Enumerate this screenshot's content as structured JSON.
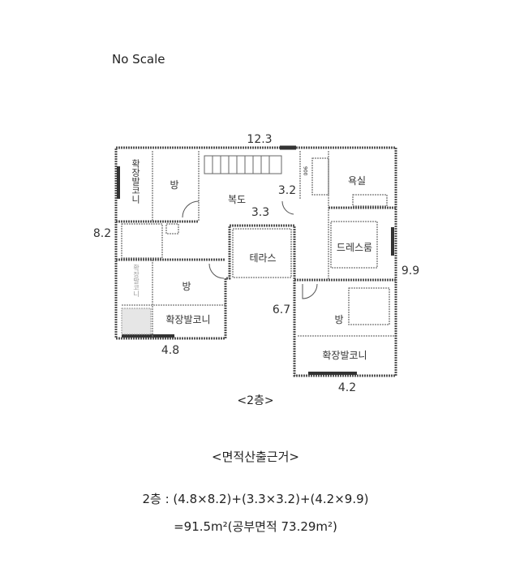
{
  "header": {
    "scale_note": "No Scale"
  },
  "plan": {
    "dimensions": {
      "top": "12.3",
      "left": "8.2",
      "right": "9.9",
      "stair_side": "3.2",
      "corridor": "3.3",
      "right_wing_left": "6.7",
      "bottom_left": "4.8",
      "bottom_right": "4.2"
    },
    "rooms": {
      "room_upper_left": "방",
      "balcony_upper_left": "확장발코니",
      "corridor": "복도",
      "bathroom": "욕실",
      "dress_room": "드레스룸",
      "terrace": "테라스",
      "room_lower_left": "방",
      "balcony_lower_left_side": "확장발코니",
      "balcony_lower_left": "확장발코니",
      "room_right": "방",
      "balcony_right": "확장발코니"
    },
    "closet_mark": "900"
  },
  "caption": {
    "floor": "<2층>",
    "basis_title": "<면적산출근거>",
    "formula": "2층 : (4.8×8.2)+(3.3×3.2)+(4.2×9.9)",
    "result": "=91.5m²(공부면적 73.29m²)"
  }
}
